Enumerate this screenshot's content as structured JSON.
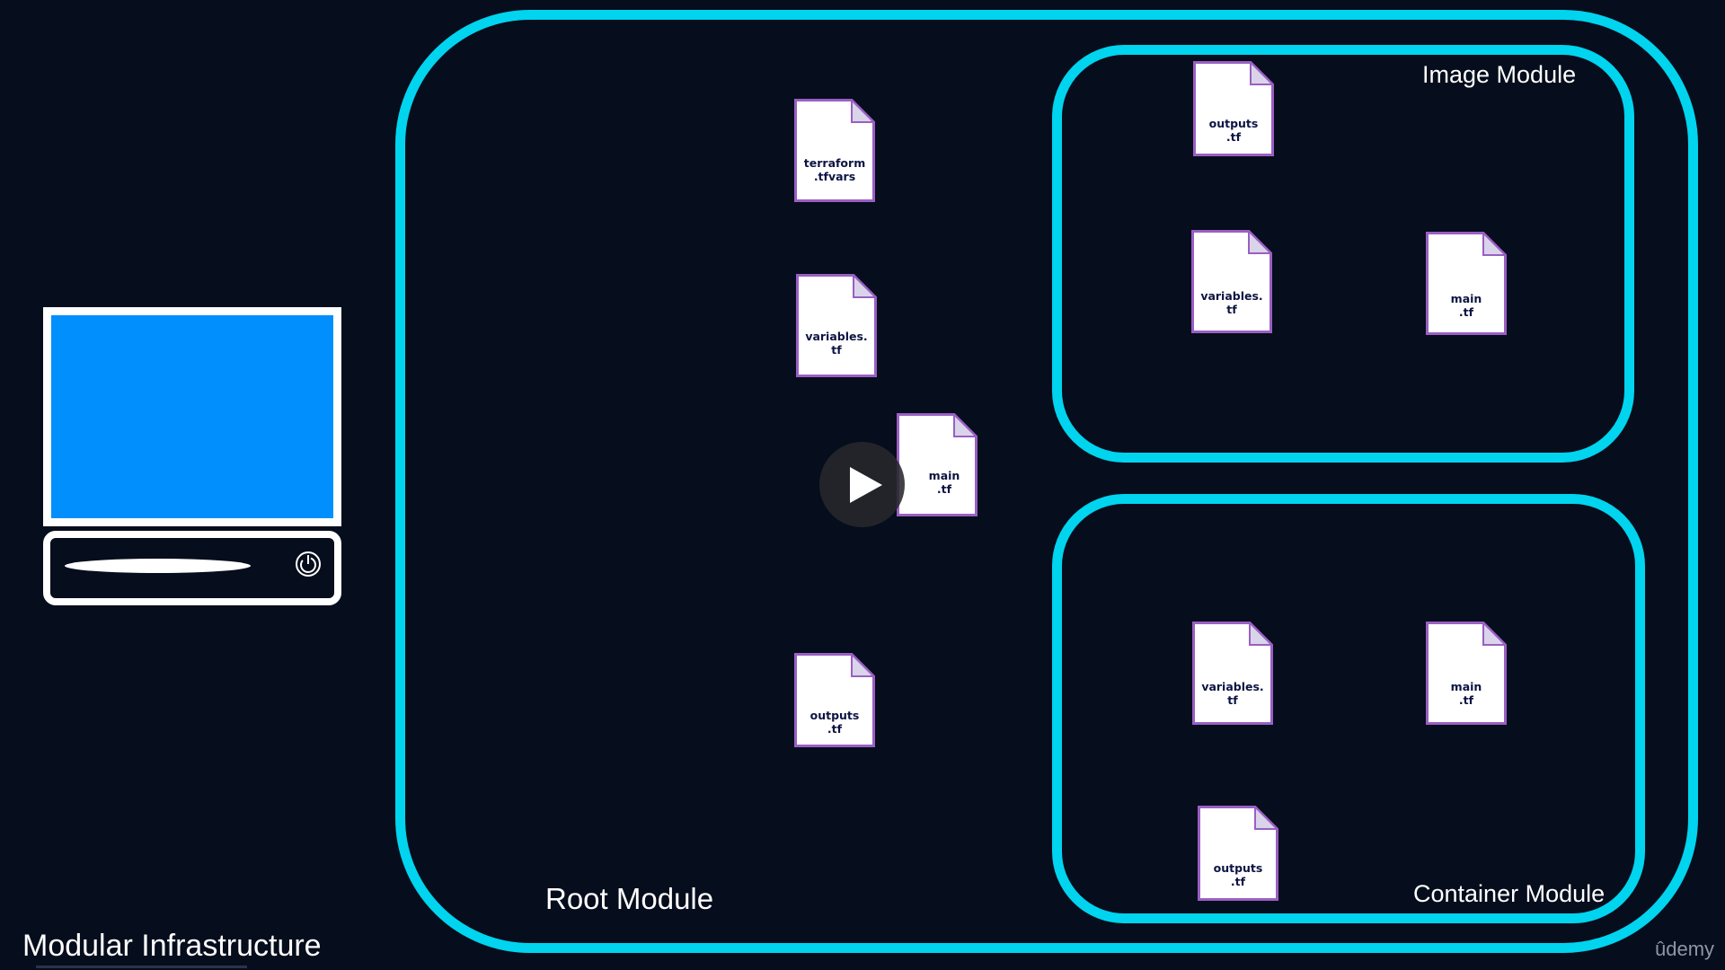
{
  "slide": {
    "title": "Modular Infrastructure"
  },
  "modules": {
    "root": {
      "label": "Root Module"
    },
    "image": {
      "label": "Image Module"
    },
    "container": {
      "label": "Container Module"
    }
  },
  "files": {
    "root_tfvars": "terraform\n.tfvars",
    "root_variables": "variables.\ntf",
    "root_main": "main\n.tf",
    "root_outputs": "outputs\n.tf",
    "image_outputs": "outputs\n.tf",
    "image_variables": "variables.\ntf",
    "image_main": "main\n.tf",
    "container_variables": "variables.\ntf",
    "container_main": "main\n.tf",
    "container_outputs": "outputs\n.tf"
  },
  "watermark": {
    "text": "ûdemy"
  },
  "icons": {
    "computer": "desktop-computer-icon",
    "power": "power-icon",
    "file": "document-icon",
    "play": "play-icon"
  },
  "colors": {
    "background": "#060d1c",
    "module_border": "#00d4ef",
    "monitor_screen": "#008ffd",
    "file_border": "#9a5fc3",
    "file_fold": "#d9d4ea",
    "file_text": "#0d1443"
  }
}
